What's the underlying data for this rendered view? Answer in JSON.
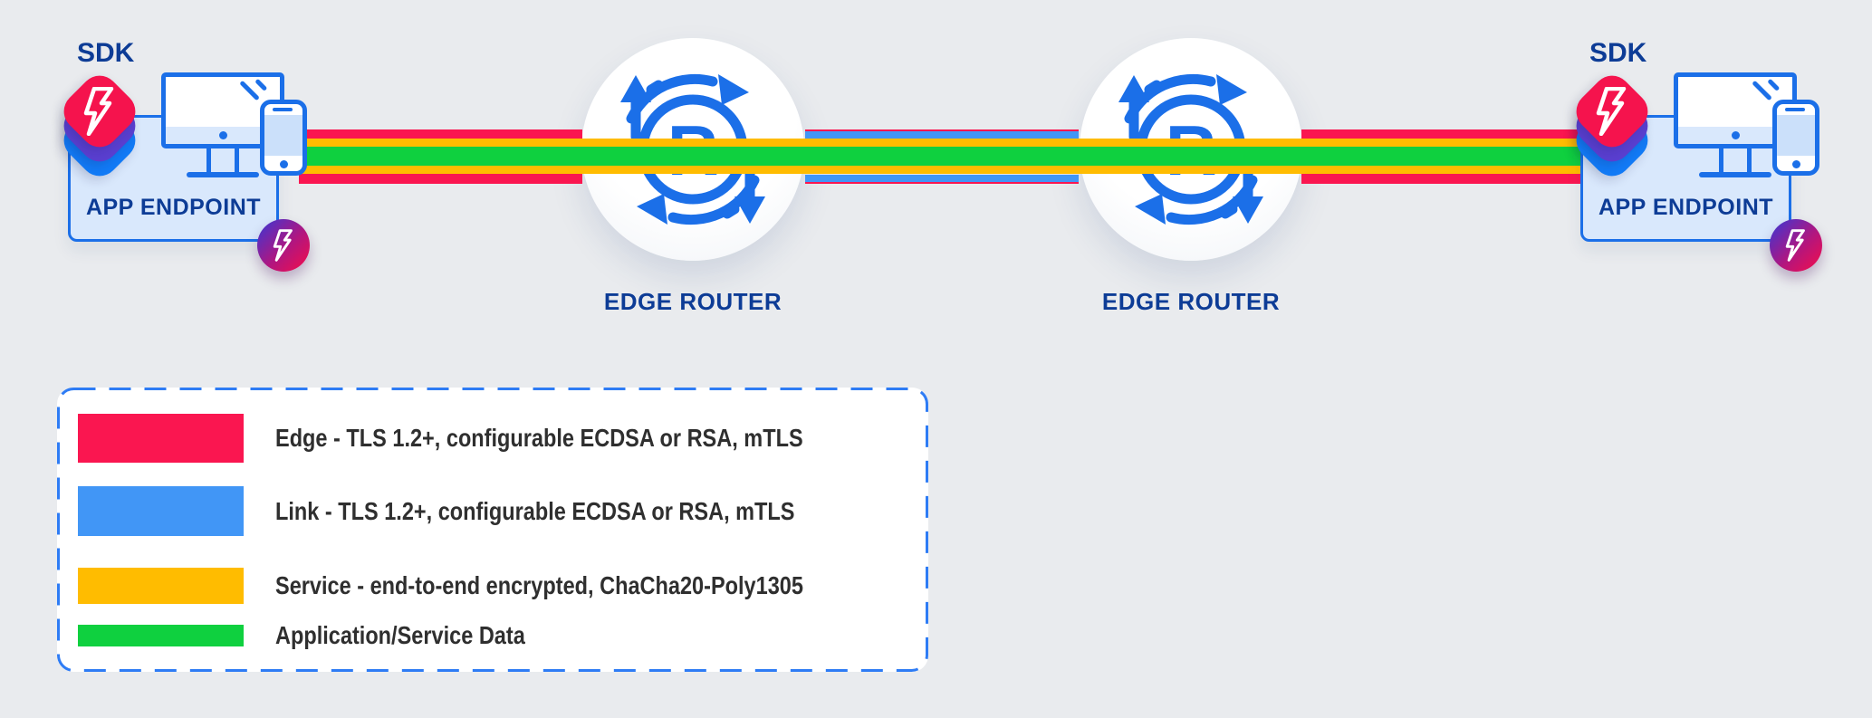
{
  "colors": {
    "background": "#e9ebee",
    "navy_text": "#0d3c96",
    "outline_blue": "#1b6fe8",
    "light_blue_fill": "#d9e8fc",
    "phone_screen_fill": "#cbe0fa",
    "edge_red": "#fa1650",
    "link_blue": "#4196f6",
    "service_yellow": "#ffbc00",
    "data_green": "#0fd03f",
    "sdk_top_red": "#f5134d",
    "sdk_mid_purple": "#5a3fd0",
    "sdk_bottom_blue": "#127bf7",
    "badge_gradient_start": "#4833cb",
    "badge_gradient_end": "#ee0e4f",
    "legend_border_blue": "#2e7cf5",
    "legend_text": "#2f2f2f"
  },
  "endpoints": {
    "left": {
      "sdk_label": "SDK",
      "box_label": "APP ENDPOINT"
    },
    "right": {
      "sdk_label": "SDK",
      "box_label": "APP ENDPOINT"
    }
  },
  "routers": {
    "left": {
      "label": "EDGE ROUTER",
      "icon_letter": "R"
    },
    "right": {
      "label": "EDGE ROUTER",
      "icon_letter": "R"
    }
  },
  "legend": {
    "items": [
      {
        "label": "Edge - TLS 1.2+, configurable ECDSA or RSA, mTLS",
        "color": "#fa1650"
      },
      {
        "label": "Link - TLS 1.2+, configurable ECDSA or RSA, mTLS",
        "color": "#4196f6"
      },
      {
        "label": "Service - end-to-end encrypted, ChaCha20-Poly1305",
        "color": "#ffbc00"
      },
      {
        "label": "Application/Service Data",
        "color": "#0fd03f"
      }
    ]
  }
}
